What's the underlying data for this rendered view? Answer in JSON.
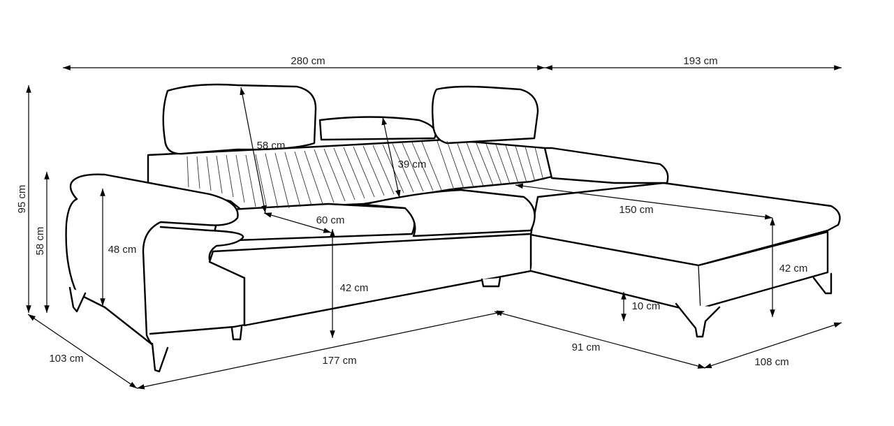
{
  "dimensions": {
    "width_left": "280 cm",
    "width_right": "193 cm",
    "height_total": "95 cm",
    "height_armrest": "58 cm",
    "arm_height": "48 cm",
    "headrest_height": "58 cm",
    "backrest_height": "39 cm",
    "seat_depth": "60 cm",
    "seat_height_left": "42 cm",
    "chaise_length": "150 cm",
    "seat_height_right": "42 cm",
    "leg_height": "10 cm",
    "depth_left": "103 cm",
    "front_length": "177 cm",
    "chaise_front": "91 cm",
    "chaise_depth": "108 cm"
  }
}
